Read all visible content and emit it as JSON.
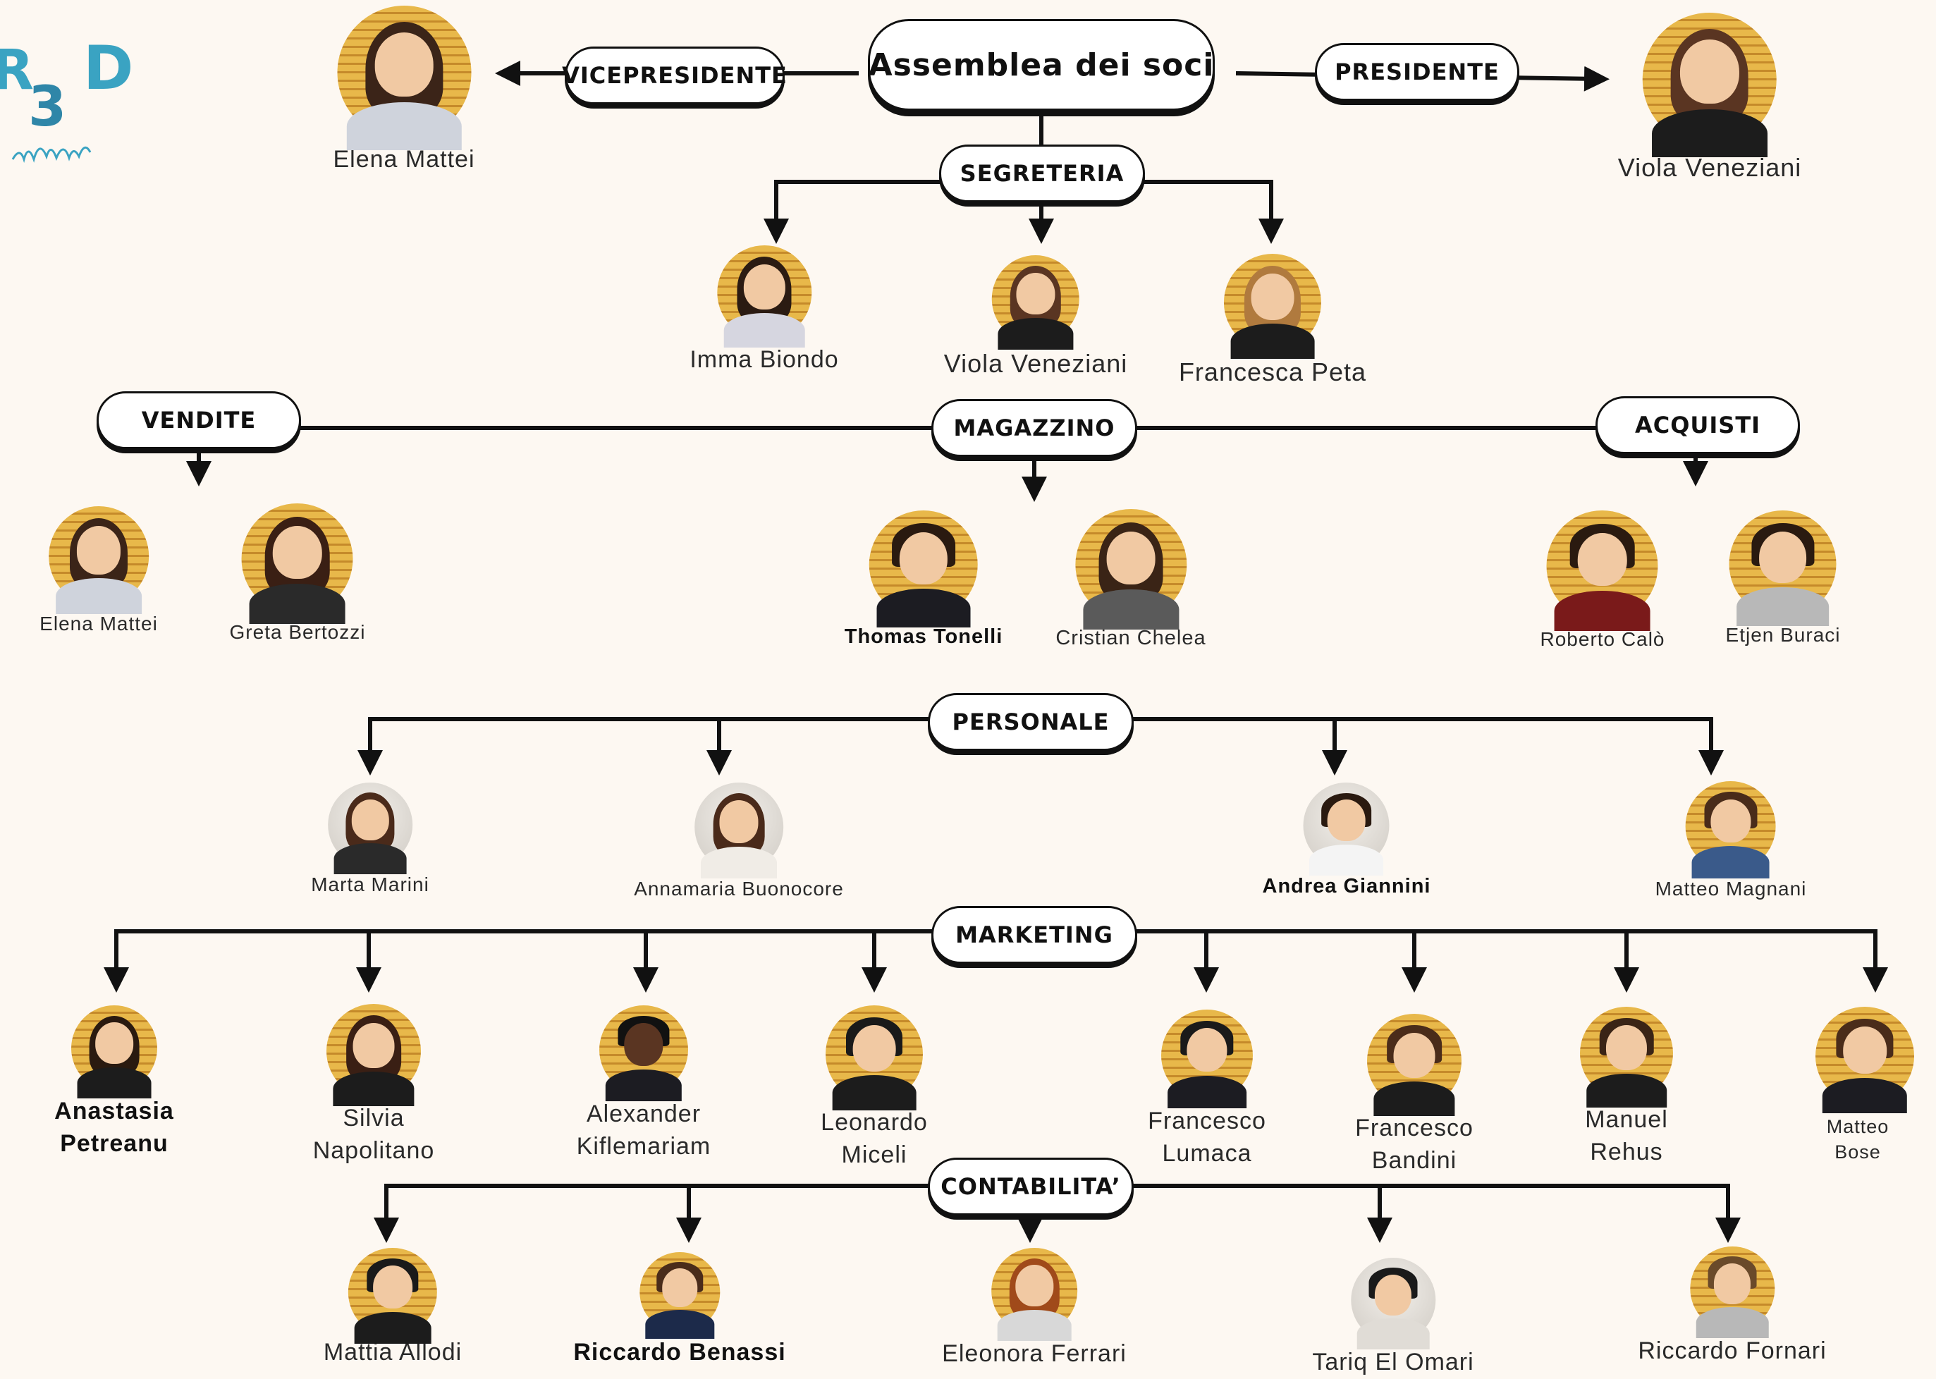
{
  "title": "Assemblea dei soci",
  "logo": {
    "mark": "R3D",
    "signature": "r3dmp"
  },
  "roles": {
    "vicepresidente": "VICEPRESIDENTE",
    "presidente": "PRESIDENTE",
    "segreteria": "SEGRETERIA",
    "vendite": "VENDITE",
    "magazzino": "MAGAZZINO",
    "acquisti": "ACQUISTI",
    "personale": "PERSONALE",
    "marketing": "MARKETING",
    "contabilita": "CONTABILITA’"
  },
  "people": {
    "vicepresidente": [
      "Elena Mattei"
    ],
    "presidente": [
      "Viola Veneziani"
    ],
    "segreteria": [
      "Imma Biondo",
      "Viola Veneziani",
      "Francesca Peta"
    ],
    "vendite": [
      "Elena Mattei",
      "Greta Bertozzi"
    ],
    "magazzino": [
      "Thomas Tonelli",
      "Cristian Chelea"
    ],
    "acquisti": [
      "Roberto Calò",
      "Etjen Buraci"
    ],
    "personale": [
      "Marta Marini",
      "Annamaria Buonocore",
      "Andrea Giannini",
      "Matteo Magnani"
    ],
    "marketing": [
      "Anastasia Petreanu",
      "Silvia Napolitano",
      "Alexander Kiflemariam",
      "Leonardo Miceli",
      "Francesco Lumaca",
      "Francesco Bandini",
      "Manuel Rehus",
      "Matteo Bose"
    ],
    "contabilita": [
      "Mattia Allodi",
      "Riccardo Benassi",
      "Eleonora Ferrari",
      "Tariq El Omari",
      "Riccardo Fornari"
    ]
  },
  "colors": {
    "background": "#fdf8f2",
    "line": "#111111",
    "avatar_backdrop": "#e8b84a",
    "logo": "#3aa3c2"
  }
}
